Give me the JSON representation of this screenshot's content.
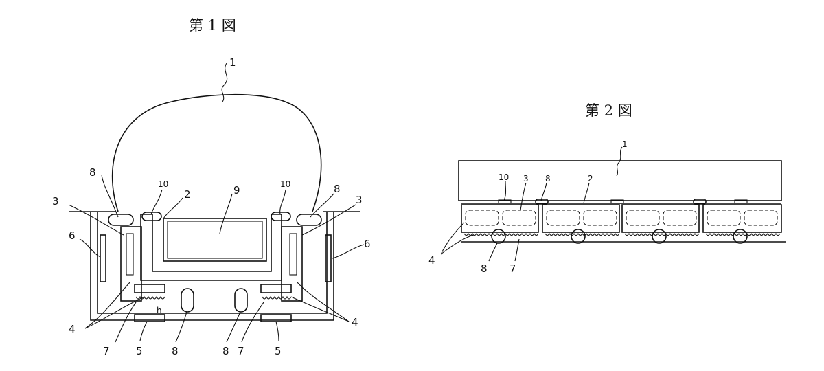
{
  "figure1": {
    "title": "第 1 図",
    "labels": {
      "body": "1",
      "bogie_frame": "2",
      "side_frame_left": "3",
      "side_frame_right": "3",
      "magnet_left": "4",
      "magnet_right": "4",
      "track_coil_bottom_left": "5",
      "track_coil_bottom_right": "5",
      "guide_coil_left": "6",
      "guide_coil_right": "6",
      "coil_left": "7",
      "coil_right": "7",
      "damper_top_left": "8",
      "damper_top_right": "8",
      "damper_bottom_left": "8",
      "damper_bottom_right": "8",
      "center_block": "9",
      "support_left": "10",
      "support_right": "10",
      "gap_mark": "h"
    }
  },
  "figure2": {
    "title": "第 2 図",
    "labels": {
      "body": "1",
      "bogie": "2",
      "frame": "3",
      "magnet": "4",
      "coil": "7",
      "damper_top": "8",
      "damper_bottom": "8",
      "support": "10"
    }
  }
}
